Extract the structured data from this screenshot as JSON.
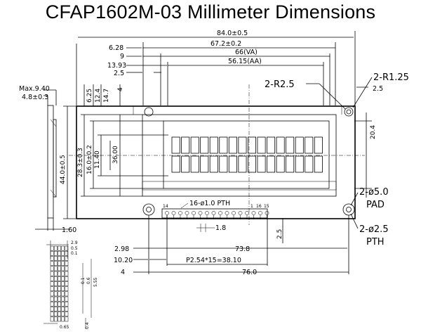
{
  "title": "CFAP1602M-03 Millimeter Dimensions",
  "top_dims": [
    "84.0±0.5",
    "67.2±0.2",
    "66(VA)",
    "56.15(AA)"
  ],
  "left_top_labels": [
    "6.28",
    "9",
    "13.93",
    "2.5"
  ],
  "side_view": {
    "max": "Max.9.40",
    "thk": "4.8±0.3",
    "bottom": "1.60"
  },
  "vertical_dims": [
    "6.25",
    "12.4",
    "14.7",
    "4",
    "44.0±0.5",
    "28.3±0.3",
    "16.0±0.2",
    "11.40",
    "36.00",
    "20.4"
  ],
  "callouts": {
    "r_small": "2-R2.5",
    "r_big": "2-R1.25",
    "r_big_sub": "2.5",
    "pad_a": "2-ø5.0",
    "pad_b": "PAD",
    "pth_a": "2-ø2.5",
    "pth_b": "PTH"
  },
  "pins": {
    "label": "16-ø1.0 PTH",
    "p14": "14",
    "p1": "1",
    "p16": "16",
    "p15": "15",
    "pitch": "1.8",
    "side": "2.5"
  },
  "bottom_dims": [
    "2.98",
    "10.20",
    "4",
    "73.8",
    "P2.54*15=38.10",
    "76.0"
  ],
  "detail": {
    "d29": "2.9",
    "d05": "0.5",
    "d01": "0.1",
    "v1": "0.1",
    "v2": "0.6",
    "v3": "5.55",
    "d065": "0.65",
    "d04": "0.4"
  },
  "display": {
    "rows": 2,
    "cols": 16
  }
}
